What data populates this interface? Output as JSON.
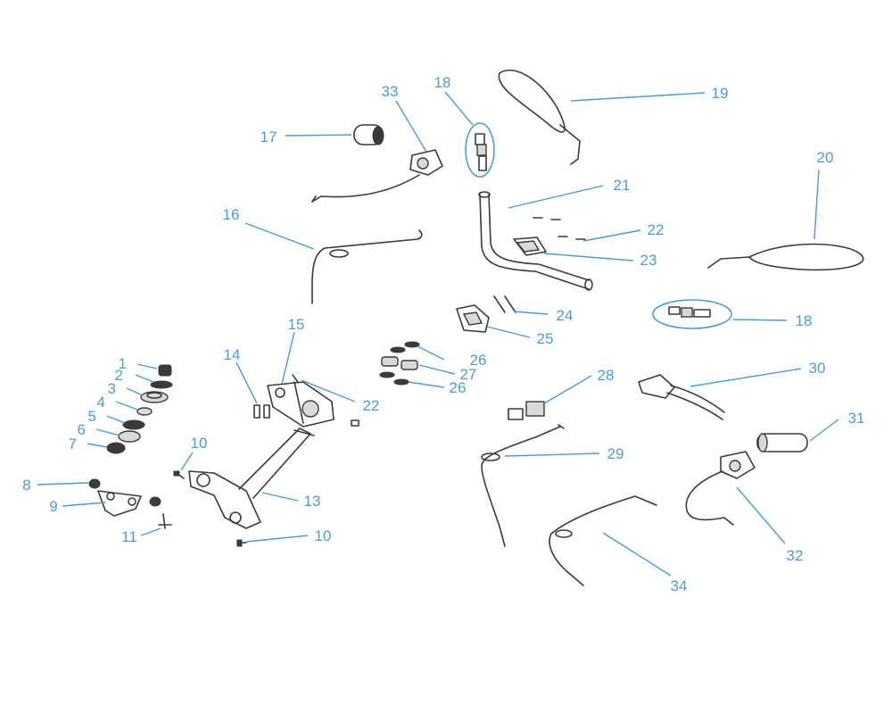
{
  "colors": {
    "callout": "#4a9cd6",
    "line_art": "#3a3a3a",
    "background": "#ffffff"
  },
  "callouts": [
    {
      "id": "c1",
      "text": "1"
    },
    {
      "id": "c2",
      "text": "2"
    },
    {
      "id": "c3",
      "text": "3"
    },
    {
      "id": "c4",
      "text": "4"
    },
    {
      "id": "c5",
      "text": "5"
    },
    {
      "id": "c6",
      "text": "6"
    },
    {
      "id": "c7",
      "text": "7"
    },
    {
      "id": "c8",
      "text": "8"
    },
    {
      "id": "c9",
      "text": "9"
    },
    {
      "id": "c10a",
      "text": "10"
    },
    {
      "id": "c10b",
      "text": "10"
    },
    {
      "id": "c11",
      "text": "11"
    },
    {
      "id": "c13",
      "text": "13"
    },
    {
      "id": "c14",
      "text": "14"
    },
    {
      "id": "c15",
      "text": "15"
    },
    {
      "id": "c16",
      "text": "16"
    },
    {
      "id": "c17",
      "text": "17"
    },
    {
      "id": "c18a",
      "text": "18"
    },
    {
      "id": "c18b",
      "text": "18"
    },
    {
      "id": "c19",
      "text": "19"
    },
    {
      "id": "c20",
      "text": "20"
    },
    {
      "id": "c21",
      "text": "21"
    },
    {
      "id": "c22a",
      "text": "22"
    },
    {
      "id": "c22b",
      "text": "22"
    },
    {
      "id": "c23",
      "text": "23"
    },
    {
      "id": "c24",
      "text": "24"
    },
    {
      "id": "c25",
      "text": "25"
    },
    {
      "id": "c26a",
      "text": "26"
    },
    {
      "id": "c26b",
      "text": "26"
    },
    {
      "id": "c27",
      "text": "27"
    },
    {
      "id": "c28",
      "text": "28"
    },
    {
      "id": "c29",
      "text": "29"
    },
    {
      "id": "c30",
      "text": "30"
    },
    {
      "id": "c31",
      "text": "31"
    },
    {
      "id": "c32",
      "text": "32"
    },
    {
      "id": "c33",
      "text": "33"
    },
    {
      "id": "c34",
      "text": "34"
    }
  ]
}
